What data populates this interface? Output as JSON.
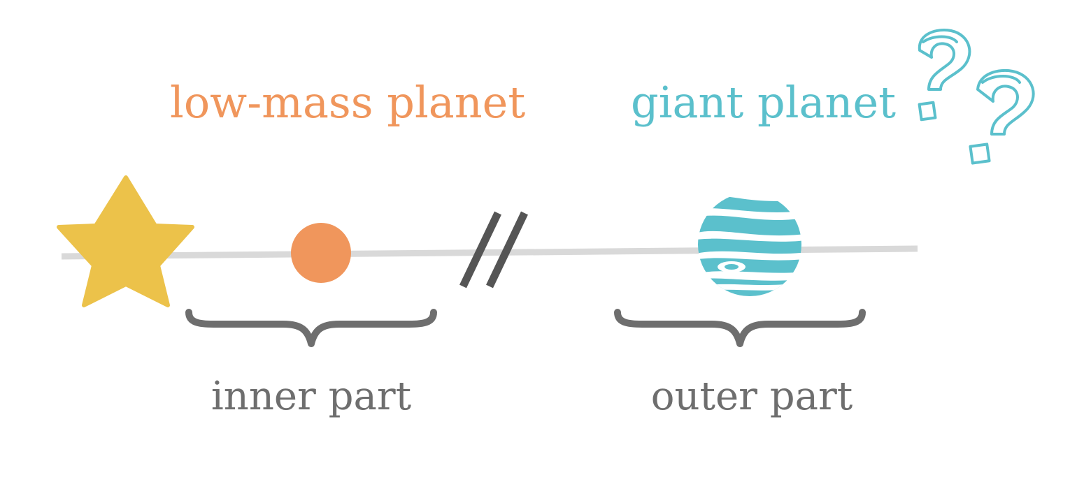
{
  "labels": {
    "low_mass_planet": "low-mass planet",
    "giant_planet": "giant planet",
    "inner_part": "inner part",
    "outer_part": "outer part"
  },
  "colors": {
    "low_mass_label": "#f0965c",
    "giant_label": "#5bc0cc",
    "part_label": "#6e6e6e",
    "star": "#ecc24a",
    "low_mass_planet": "#f0965c",
    "giant_planet": "#5bc0cc",
    "orbit_line": "#d9d9d9",
    "brace": "#6e6e6e",
    "break_mark": "#555555",
    "question_mark_outline": "#5bc0cc"
  },
  "icons": {
    "star": "star-icon",
    "low_mass_planet": "small-planet-icon",
    "giant_planet": "banded-giant-planet-icon",
    "break": "axis-break-icon",
    "question": "question-mark-icon"
  }
}
